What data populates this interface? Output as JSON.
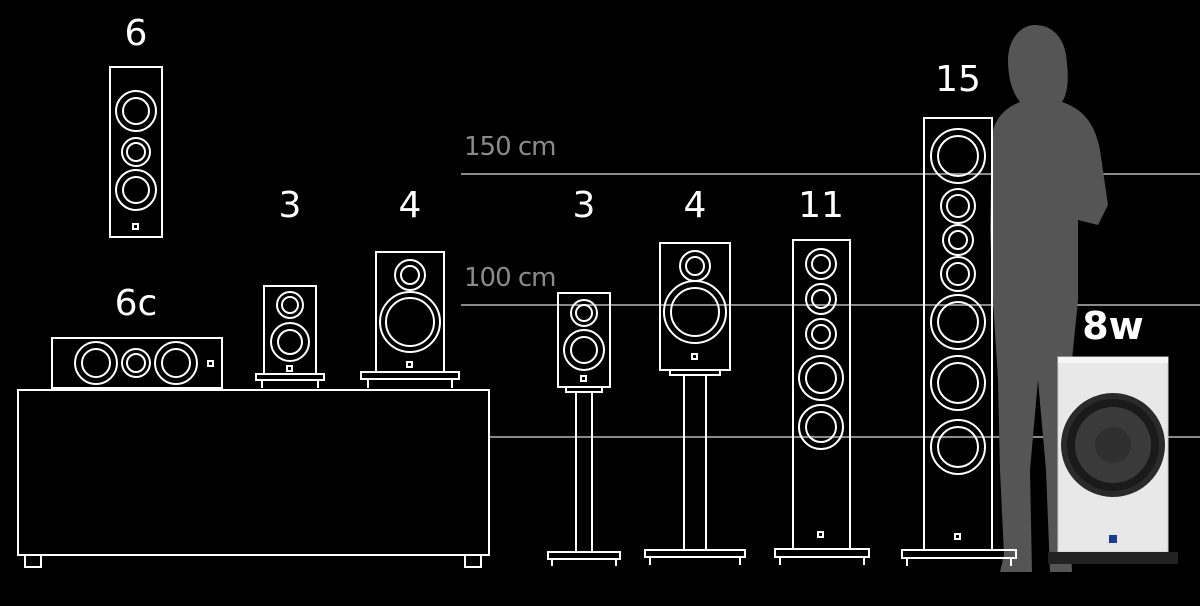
{
  "reference_lines": {
    "line_150": "150 cm",
    "line_100": "100 cm"
  },
  "speakers": {
    "model_6": "6",
    "model_6c": "6c",
    "bookshelf_3": "3",
    "bookshelf_4": "4",
    "stand_3": "3",
    "stand_4": "4",
    "floor_11": "11",
    "floor_15": "15",
    "subwoofer_8w": "8w"
  },
  "colors": {
    "background": "#000000",
    "outline": "#ffffff",
    "reference_line": "#8a8a8a",
    "silhouette": "#555555",
    "subwoofer_body": "#e8e8e8"
  }
}
